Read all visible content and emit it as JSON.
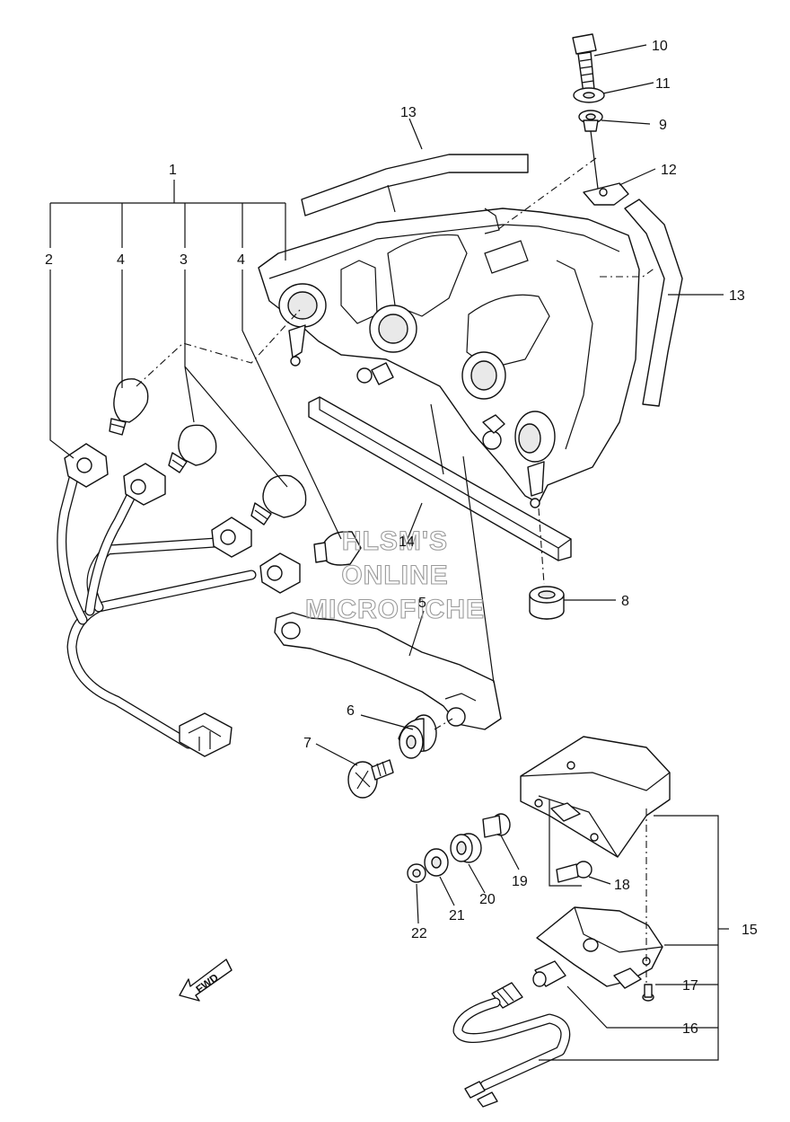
{
  "callouts": [
    {
      "id": "c1",
      "text": "1"
    },
    {
      "id": "c2",
      "text": "2"
    },
    {
      "id": "c3",
      "text": "3"
    },
    {
      "id": "c4a",
      "text": "4"
    },
    {
      "id": "c4b",
      "text": "4"
    },
    {
      "id": "c5",
      "text": "5"
    },
    {
      "id": "c6",
      "text": "6"
    },
    {
      "id": "c7",
      "text": "7"
    },
    {
      "id": "c8",
      "text": "8"
    },
    {
      "id": "c9",
      "text": "9"
    },
    {
      "id": "c10",
      "text": "10"
    },
    {
      "id": "c11",
      "text": "11"
    },
    {
      "id": "c12",
      "text": "12"
    },
    {
      "id": "c13a",
      "text": "13"
    },
    {
      "id": "c13b",
      "text": "13"
    },
    {
      "id": "c14",
      "text": "14"
    },
    {
      "id": "c15",
      "text": "15"
    },
    {
      "id": "c16",
      "text": "16"
    },
    {
      "id": "c17",
      "text": "17"
    },
    {
      "id": "c18",
      "text": "18"
    },
    {
      "id": "c19",
      "text": "19"
    },
    {
      "id": "c20",
      "text": "20"
    },
    {
      "id": "c21",
      "text": "21"
    },
    {
      "id": "c22",
      "text": "22"
    }
  ],
  "watermark": {
    "line1": "HLSM'S",
    "line2": "ONLINE",
    "line3": "MICROFICHE"
  },
  "direction_marker": {
    "text": "FWD"
  }
}
